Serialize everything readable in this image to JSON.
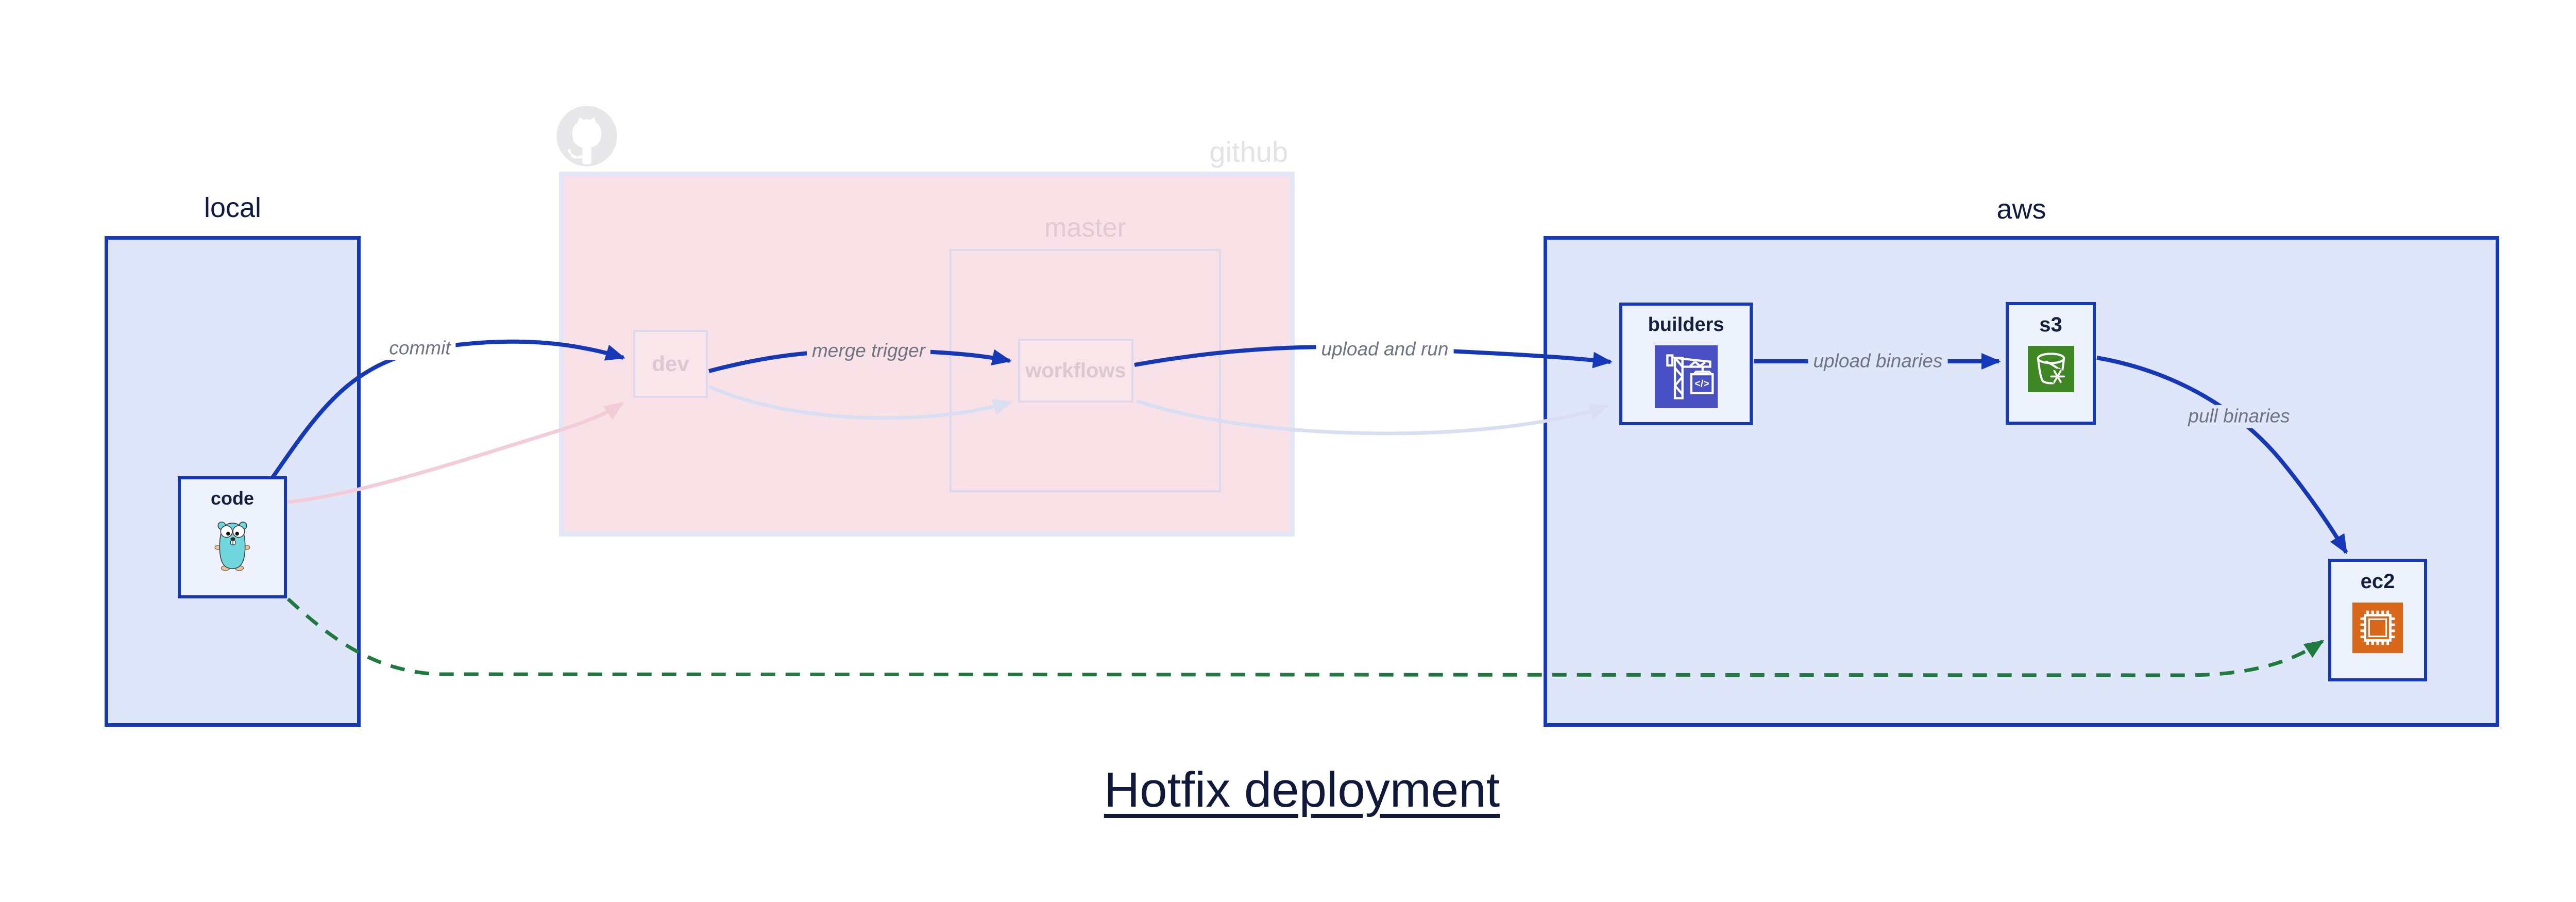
{
  "title": "Hotfix deployment",
  "groups": {
    "local": {
      "label": "local"
    },
    "github": {
      "label": "github",
      "branch_label": "master"
    },
    "aws": {
      "label": "aws"
    }
  },
  "nodes": {
    "code": {
      "label": "code",
      "icon": "go-gopher-icon",
      "icon_color": "#6fd7dd"
    },
    "dev": {
      "label": "dev"
    },
    "workflows": {
      "label": "workflows"
    },
    "builders": {
      "label": "builders",
      "icon": "aws-codebuild-crane-icon",
      "icon_color": "#4850c4"
    },
    "s3": {
      "label": "s3",
      "icon": "aws-s3-glacier-bucket-icon",
      "icon_color": "#3f8624"
    },
    "ec2": {
      "label": "ec2",
      "icon": "aws-ec2-chip-icon",
      "icon_color": "#d9671a"
    }
  },
  "edges": [
    {
      "from": "code",
      "to": "dev",
      "label": "commit",
      "style": "solid-blue"
    },
    {
      "from": "dev",
      "to": "workflows",
      "label": "merge trigger",
      "style": "solid-blue"
    },
    {
      "from": "workflows",
      "to": "builders",
      "label": "upload and run",
      "style": "solid-blue"
    },
    {
      "from": "builders",
      "to": "s3",
      "label": "upload binaries",
      "style": "solid-blue"
    },
    {
      "from": "s3",
      "to": "ec2",
      "label": "pull binaries",
      "style": "solid-blue"
    },
    {
      "from": "code",
      "to": "ec2",
      "label": "",
      "style": "dashed-green"
    },
    {
      "from": "code",
      "to": "dev",
      "label": "",
      "style": "faded-pink"
    },
    {
      "from": "dev",
      "to": "workflows",
      "label": "",
      "style": "faded-lavender"
    },
    {
      "from": "workflows",
      "to": "builders",
      "label": "",
      "style": "faded-lavender"
    }
  ],
  "palette": {
    "edge_blue": "#1538b8",
    "group_fill_lavender": "#dfe6fa",
    "node_fill": "#eef2fc",
    "github_fill_pink": "#f8e2e8",
    "github_border": "#e2e7f6",
    "faded_border": "#ddd8ec",
    "faded_pink_edge": "#f3ccd9",
    "faded_lavender_edge": "#dadef3",
    "green_dashed_edge": "#1e7a3e",
    "edge_label_gray": "#6f7482",
    "title_navy": "#10193a",
    "octocat_gray": "#e7e7ea"
  }
}
